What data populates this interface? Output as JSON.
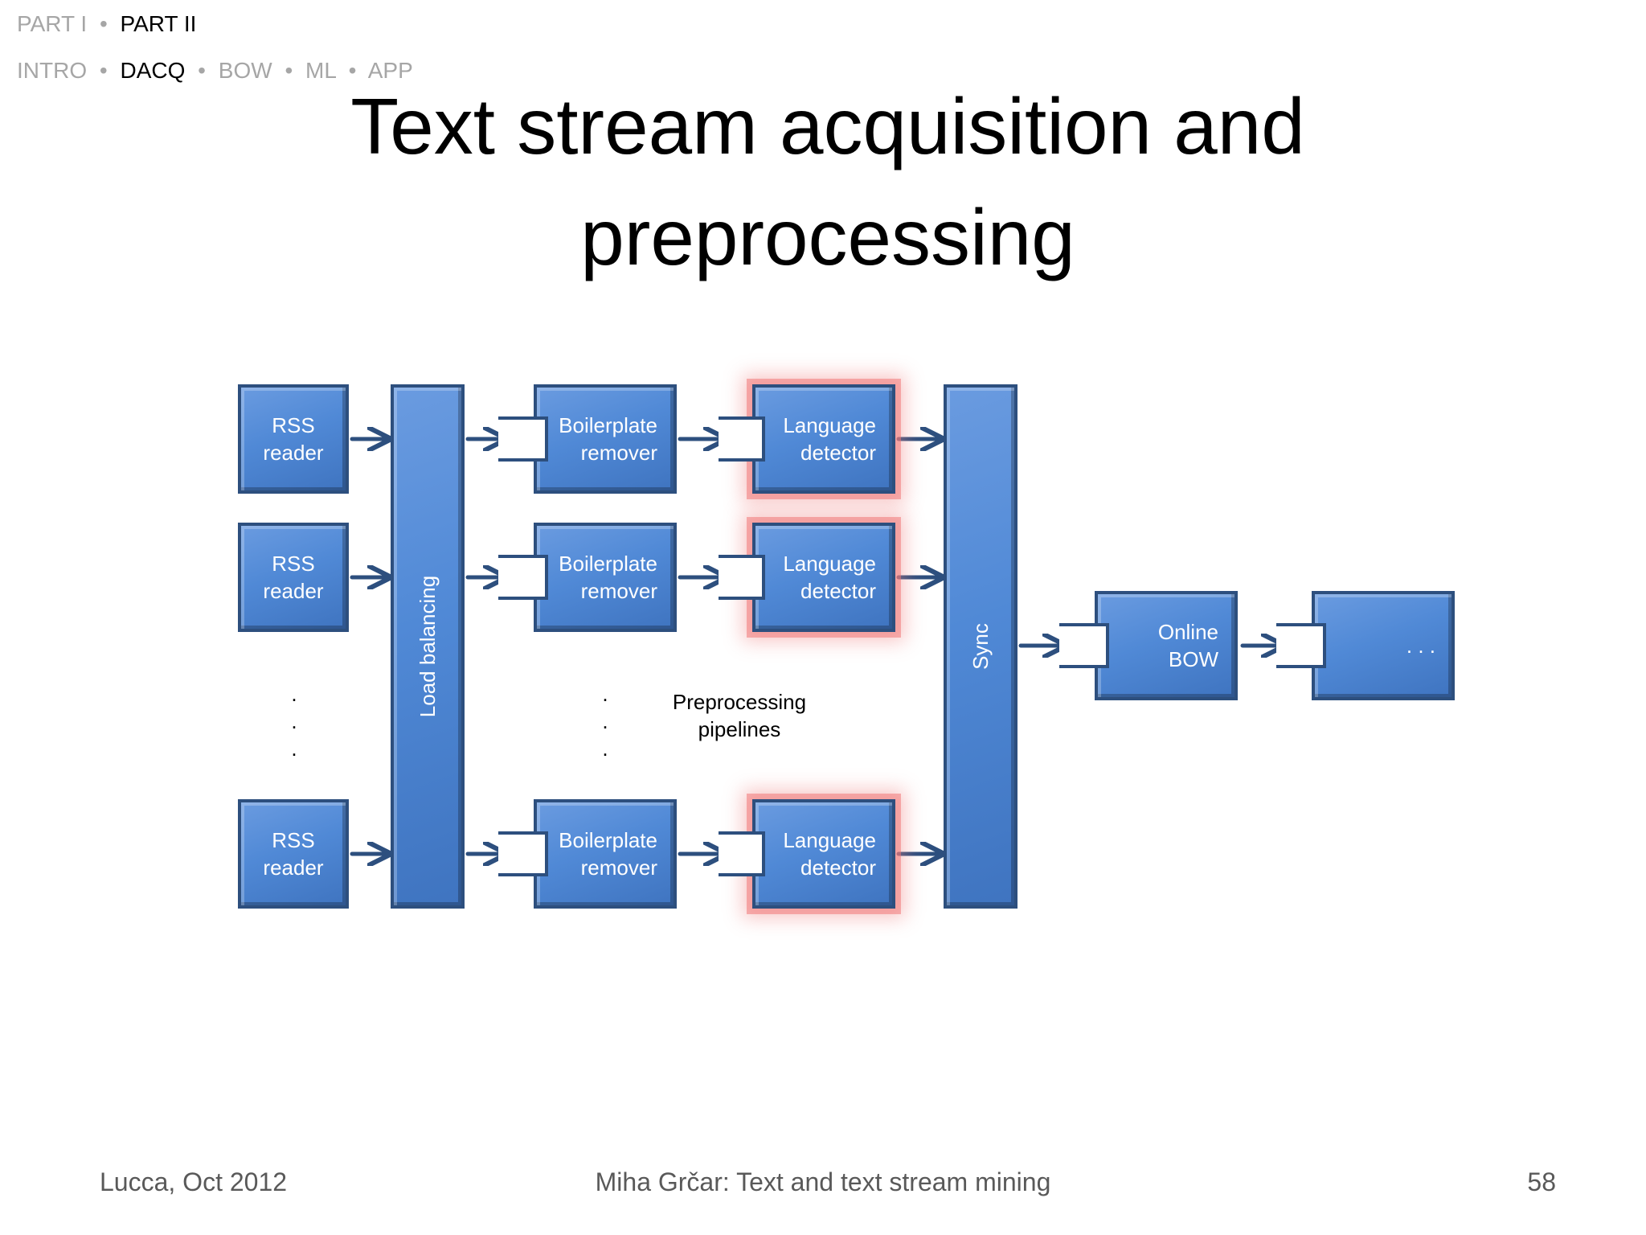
{
  "nav": {
    "parts": [
      {
        "label": "PART I",
        "active": false
      },
      {
        "label": "PART II",
        "active": true
      }
    ],
    "sections": [
      {
        "label": "INTRO",
        "active": false
      },
      {
        "label": "DACQ",
        "active": true
      },
      {
        "label": "BOW",
        "active": false
      },
      {
        "label": "ML",
        "active": false
      },
      {
        "label": "APP",
        "active": false
      }
    ],
    "separator": "•"
  },
  "title": {
    "line1": "Text stream acquisition and",
    "line2": "preprocessing"
  },
  "diagram": {
    "readers": [
      {
        "line1": "RSS",
        "line2": "reader"
      },
      {
        "line1": "RSS",
        "line2": "reader"
      },
      {
        "line1": "RSS",
        "line2": "reader"
      }
    ],
    "load_balancing": "Load balancing",
    "boilerplate": [
      {
        "line1": "Boilerplate",
        "line2": "remover"
      },
      {
        "line1": "Boilerplate",
        "line2": "remover"
      },
      {
        "line1": "Boilerplate",
        "line2": "remover"
      }
    ],
    "language": [
      {
        "line1": "Language",
        "line2": "detector"
      },
      {
        "line1": "Language",
        "line2": "detector"
      },
      {
        "line1": "Language",
        "line2": "detector"
      }
    ],
    "sync": "Sync",
    "online_bow": {
      "line1": "Online",
      "line2": "BOW"
    },
    "ellipsis_box": ". . .",
    "vertical_dots": [
      ".",
      ".",
      "."
    ],
    "pipelines_label": {
      "line1": "Preprocessing",
      "line2": "pipelines"
    },
    "colors": {
      "box_fill": "#5089d6",
      "box_border": "#2d4f7e",
      "arrow": "#2d4f7e",
      "highlight": "#f07878"
    }
  },
  "footer": {
    "left": "Lucca, Oct 2012",
    "center": "Miha Grčar: Text and text stream mining",
    "page_number": "58"
  }
}
